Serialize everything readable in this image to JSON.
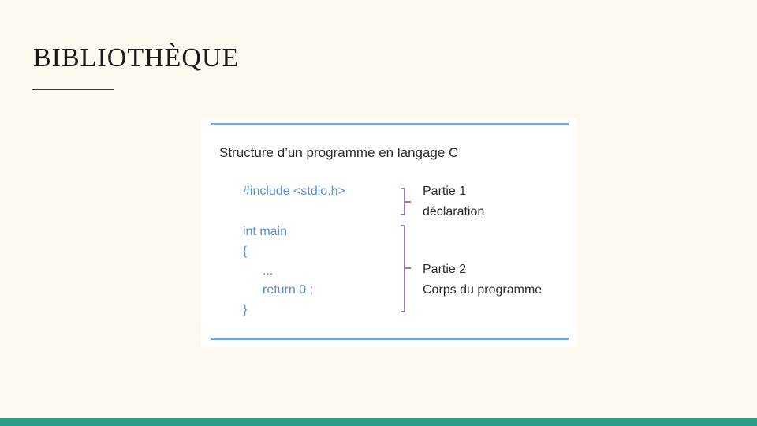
{
  "slide": {
    "title": "BIBLIOTHÈQUE"
  },
  "figure": {
    "heading": "Structure d’un programme en langage C",
    "code": {
      "include": "#include <stdio.h>",
      "main": "int main",
      "open_brace": "{",
      "ellipsis": "...",
      "return": "return 0 ;",
      "close_brace": "}"
    },
    "parts": [
      {
        "label": "Partie 1",
        "description": "déclaration"
      },
      {
        "label": "Partie 2",
        "description": "Corps du programme"
      }
    ]
  },
  "colors": {
    "background": "#fdf9ef",
    "accent_bar": "#2d9b8a",
    "code_text": "#5b8fcf",
    "rule": "#7ba5d6",
    "bracket": "#7a4f8f"
  }
}
